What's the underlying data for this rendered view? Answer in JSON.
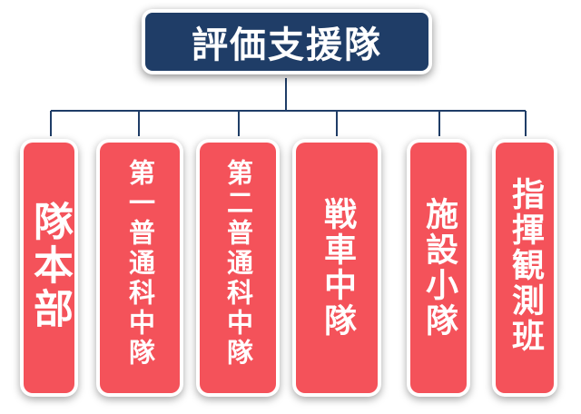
{
  "root": {
    "label": "評価支援隊"
  },
  "units": [
    {
      "label": "隊本部"
    },
    {
      "label": "第一普通科中隊"
    },
    {
      "label": "第二普通科中隊"
    },
    {
      "label": "戦車中隊"
    },
    {
      "label": "施設小隊"
    },
    {
      "label": "指揮観測班"
    }
  ],
  "colors": {
    "root": "#1f3d67",
    "unit": "#f4525a",
    "line": "#1f3d67"
  }
}
